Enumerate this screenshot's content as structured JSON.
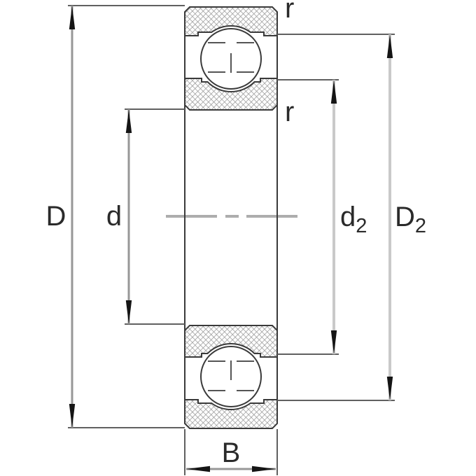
{
  "dimensions": {
    "outer_diameter": {
      "label": "D"
    },
    "bore_diameter": {
      "label": "d"
    },
    "inner_shoulder_diameter": {
      "base": "d",
      "sub": "2"
    },
    "outer_shoulder_diameter": {
      "base": "D",
      "sub": "2"
    },
    "width": {
      "label": "B"
    },
    "chamfer_outer": {
      "label": "r"
    },
    "chamfer_inner": {
      "label": "r"
    }
  },
  "colors": {
    "background": "#ffffff",
    "outline": "#3a3a3a",
    "hatch-line": "#989898",
    "extension-line": "#606060",
    "dimension-line": "#979797",
    "dimension-shaft-light": "#c9c9c9",
    "centerline": "#adadad",
    "arrowhead": "#151515",
    "label-text": "#2a2a2a"
  }
}
